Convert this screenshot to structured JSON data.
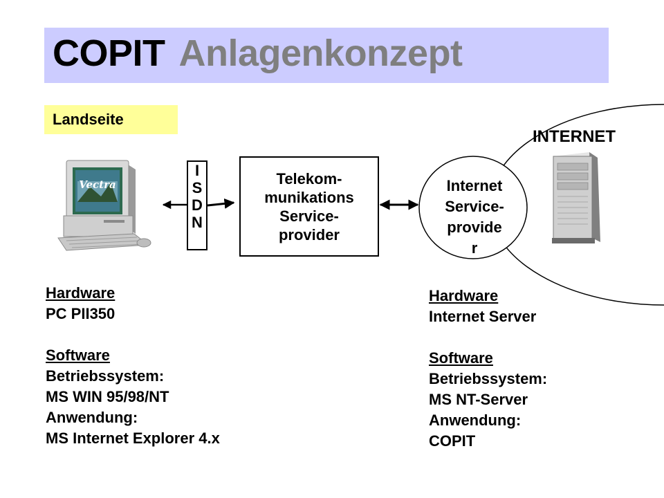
{
  "title": {
    "part1": "COPIT",
    "part2": "Anlagenkonzept"
  },
  "land_label": "Landseite",
  "internet_label": "INTERNET",
  "isdn": [
    "I",
    "S",
    "D",
    "N"
  ],
  "telekom": [
    "Telekom-",
    "munikations",
    "Service-",
    "provider"
  ],
  "isp": [
    "Internet",
    "Service-",
    "provide",
    "r"
  ],
  "pc_screen_text": "Vectra",
  "left_info": {
    "hardware_heading": "Hardware",
    "hardware_value": "PC PII350",
    "software_heading": "Software",
    "os_label": "Betriebssystem:",
    "os_value": "MS WIN 95/98/NT",
    "app_label": "Anwendung:",
    "app_value": "MS Internet Explorer 4.x"
  },
  "right_info": {
    "hardware_heading": "Hardware",
    "hardware_value": "Internet Server",
    "software_heading": "Software",
    "os_label": "Betriebssystem:",
    "os_value": "MS NT-Server",
    "app_label": "Anwendung:",
    "app_value": "COPIT"
  },
  "colors": {
    "title_bg": "#ccccff",
    "title_accent": "#7f7f7f",
    "label_bg": "#ffff99"
  }
}
